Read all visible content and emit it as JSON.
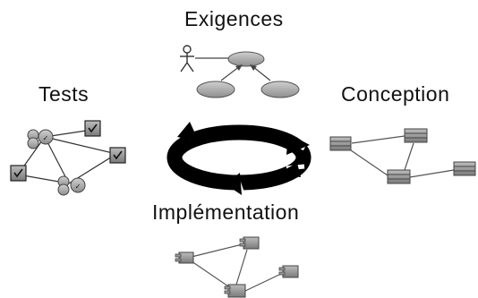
{
  "phases": {
    "requirements": "Exigences",
    "tests": "Tests",
    "design": "Conception",
    "implementation": "Implémentation"
  },
  "colors": {
    "node_gray": "#a9a9a9",
    "node_dark": "#6f6f6f",
    "arrow": "#000000",
    "line": "#444444"
  },
  "icons": {
    "requirements": "use-case-diagram-icon",
    "tests": "test-network-icon",
    "design": "class-diagram-icon",
    "implementation": "component-diagram-icon",
    "cycle": "circular-cycle-arrows-icon"
  }
}
